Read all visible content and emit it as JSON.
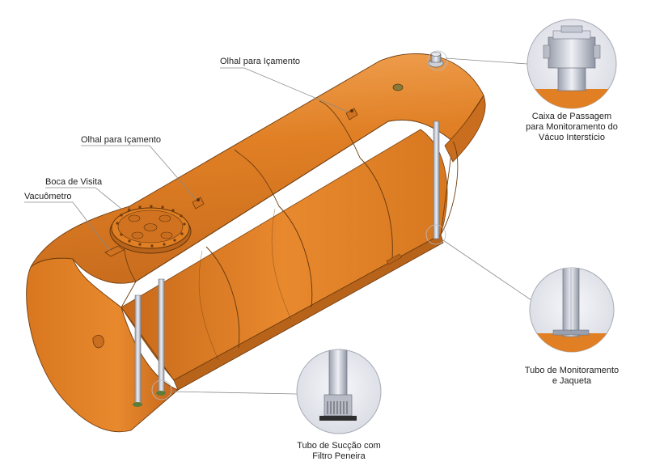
{
  "labels": {
    "olhal_top": "Olhal para Içamento",
    "olhal_mid": "Olhal para Içamento",
    "boca_visita": "Boca de Visita",
    "vacuometro": "Vacuômetro",
    "caixa_line1": "Caixa de Passagem",
    "caixa_line2": "para Monitoramento do",
    "caixa_line3": "Vácuo Interstício",
    "tubo_mon_line1": "Tubo de Monitoramento",
    "tubo_mon_line2": "e Jaqueta",
    "tubo_suc_line1": "Tubo de Sucção com",
    "tubo_suc_line2": "Filtro Peneira"
  },
  "colors": {
    "tank_orange": "#E07F24",
    "tank_dark": "#B9641A",
    "tank_light": "#F0A050",
    "steel": "#C9CCD6",
    "leader": "#8a8a8a"
  },
  "icons": {
    "manhole": "manhole-flange-icon",
    "vacuum_gauge": "vacuum-gauge-icon",
    "lifting_lug": "lifting-lug-icon",
    "monitoring_box": "monitoring-box-icon"
  }
}
